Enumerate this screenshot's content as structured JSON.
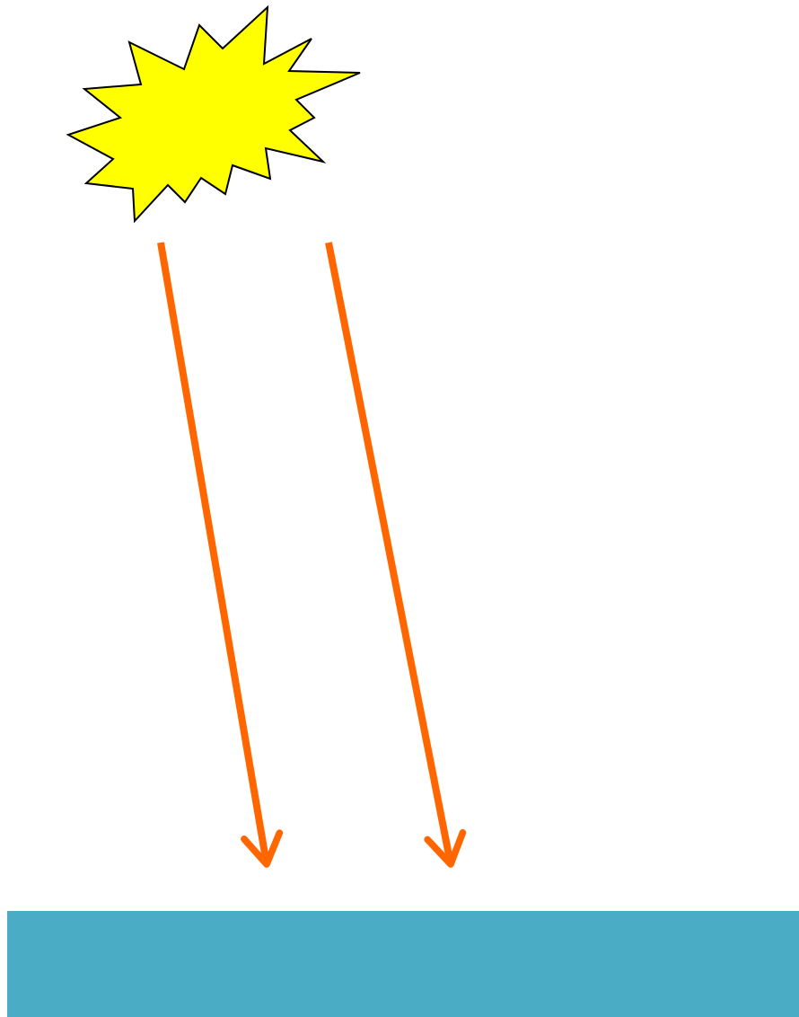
{
  "diagram": {
    "elements": [
      {
        "kind": "sun",
        "icon": "starburst-icon",
        "fill": "#ffff00",
        "stroke": "#000000"
      },
      {
        "kind": "ray",
        "icon": "arrow-down-icon",
        "color": "#ff6600"
      },
      {
        "kind": "ray",
        "icon": "arrow-down-icon",
        "color": "#ff6600"
      },
      {
        "kind": "surface",
        "icon": "rectangle-icon",
        "fill": "#4bacc6"
      }
    ],
    "colors": {
      "background": "#ffffff",
      "sun_fill": "#ffff00",
      "sun_stroke": "#000000",
      "ray": "#ff6600",
      "surface": "#4bacc6"
    }
  }
}
